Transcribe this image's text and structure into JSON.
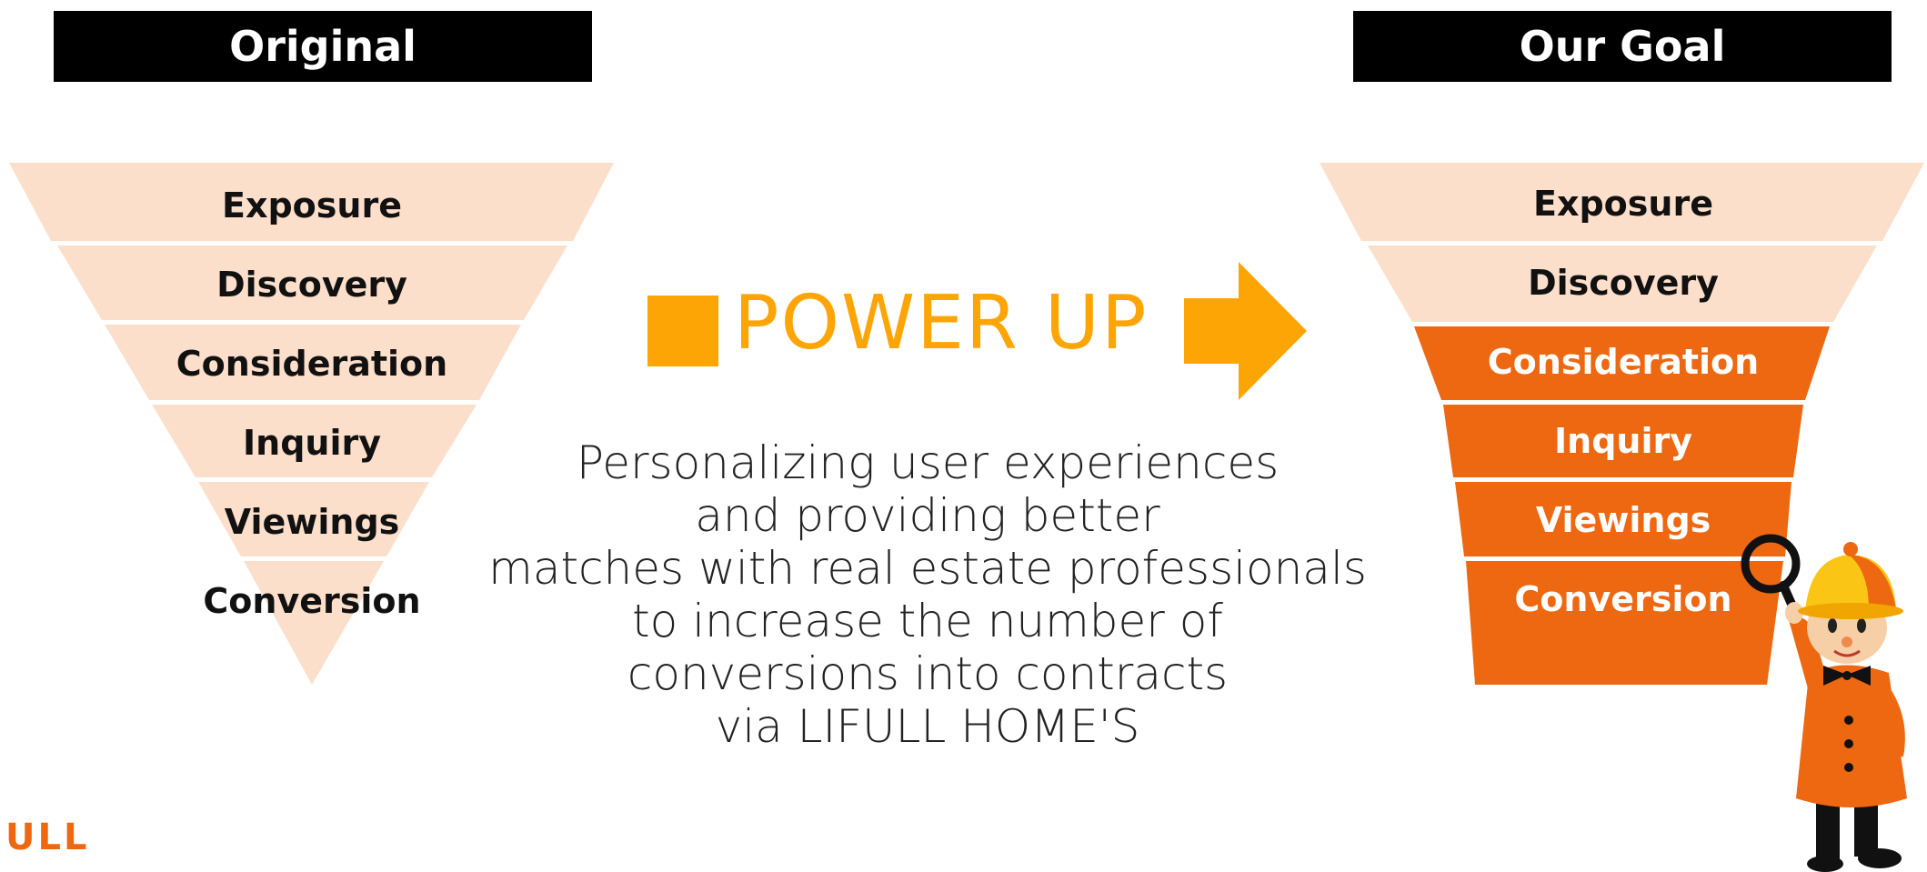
{
  "original": {
    "header": "Original",
    "stages": [
      "Exposure",
      "Discovery",
      "Consideration",
      "Inquiry",
      "Viewings",
      "Conversion"
    ]
  },
  "goal": {
    "header": "Our Goal",
    "stages": [
      "Exposure",
      "Discovery",
      "Consideration",
      "Inquiry",
      "Viewings",
      "Conversion"
    ]
  },
  "center": {
    "power_up": "POWER UP",
    "description_lines": [
      "Personalizing user experiences",
      "and providing better",
      "matches with real estate professionals",
      "to increase the number of",
      "conversions into contracts",
      "via LIFULL HOME'S"
    ]
  },
  "logo_fragment": "ULL",
  "colors": {
    "funnel_light": "#fcdfcb",
    "funnel_dark": "#ee6711",
    "power_up_orange": "#fda505",
    "header_background": "#000000"
  },
  "icons": {
    "power_up_square": "orange-square-icon",
    "power_up_arrow": "right-arrow-icon",
    "mascot": "mascot-with-magnifying-glass"
  }
}
